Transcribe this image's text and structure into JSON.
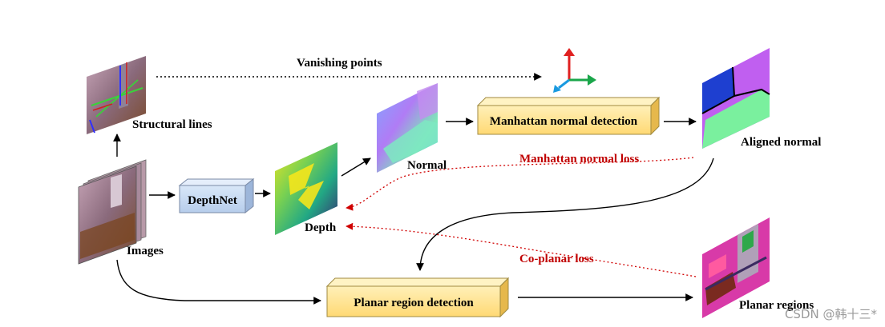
{
  "labels": {
    "vanishing_points": "Vanishing points",
    "structural_lines": "Structural lines",
    "images": "Images",
    "depthnet": "DepthNet",
    "depth": "Depth",
    "normal": "Normal",
    "manhattan_detection": "Manhattan normal detection",
    "aligned_normal": "Aligned normal",
    "manhattan_loss": "Manhattan normal loss",
    "coplanar_loss": "Co-planar loss",
    "planar_detection": "Planar region detection",
    "planar_regions": "Planar regions"
  },
  "watermark": "CSDN @韩十三*",
  "colors": {
    "depthnet_box": "#c9dcf3",
    "detection_box": "#ffe79a",
    "loss_arrow": "#d00000",
    "axis_x": "#1aa64a",
    "axis_y": "#e02020",
    "axis_z": "#1a9ae0"
  }
}
